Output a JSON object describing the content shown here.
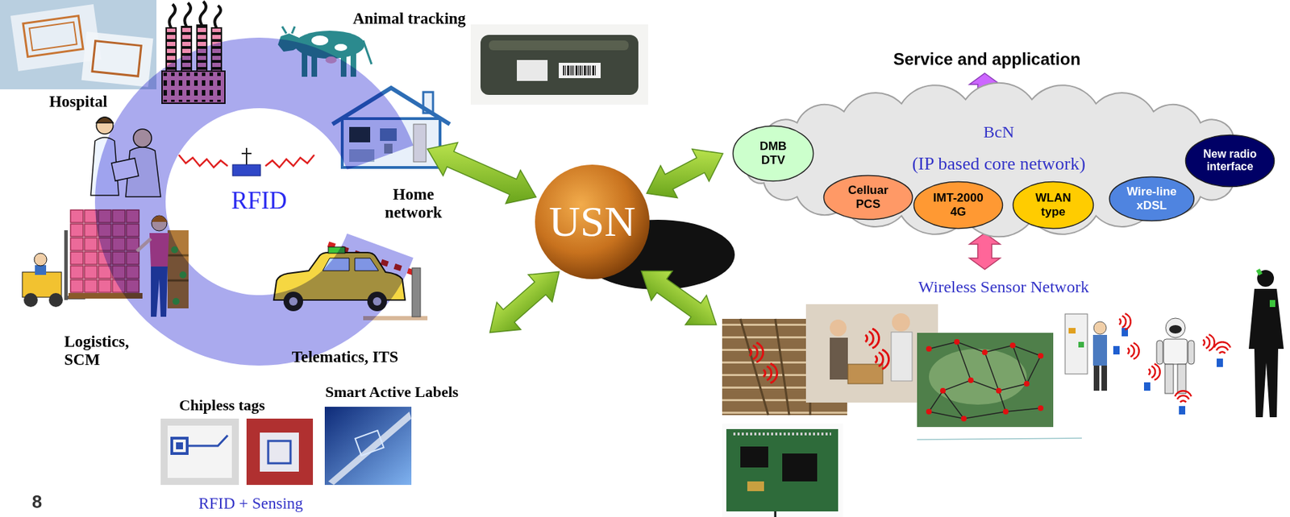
{
  "diagram": {
    "nodes": [
      {
        "text": [
          "RFID"
        ]
      },
      {
        "text": [
          "USN"
        ]
      },
      {
        "text": [
          "BcN",
          "(IP based core network)"
        ]
      },
      {
        "text": [
          "DMB DTV"
        ],
        "in": 2
      },
      {
        "text": [
          "Celluar PCS"
        ],
        "in": 2
      },
      {
        "text": [
          "IMT-2000 4G"
        ],
        "in": 2
      },
      {
        "text": [
          "WLAN type"
        ],
        "in": 2
      },
      {
        "text": [
          "Wire-line xDSL"
        ],
        "in": 2
      },
      {
        "text": [
          "New radio interface"
        ],
        "in": 2
      }
    ],
    "edges": [
      {
        "from": 1,
        "to": 0,
        "arrow": "both"
      },
      {
        "from": 1,
        "to": 2,
        "arrow": "both"
      }
    ],
    "labels": [
      "Animal tracking",
      "Hospital",
      "Home network",
      "Logistics, SCM",
      "Telematics, ITS",
      "Chipless tags",
      "Smart Active Labels",
      "RFID + Sensing",
      "8",
      "Service and application",
      "Wireless Sensor Network"
    ]
  }
}
